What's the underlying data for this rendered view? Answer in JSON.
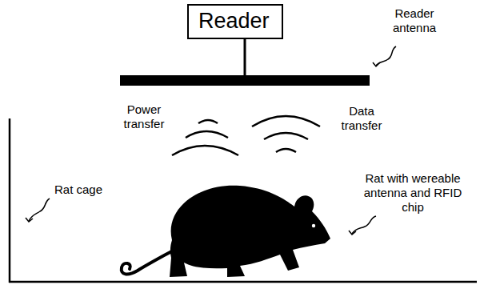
{
  "diagram": {
    "nodes": [
      {
        "text": [
          "Reader"
        ]
      }
    ],
    "labels": [
      "Reader antenna",
      "Power transfer",
      "Data transfer",
      "Rat cage",
      "Rat with wereable antenna and RFID chip"
    ]
  }
}
